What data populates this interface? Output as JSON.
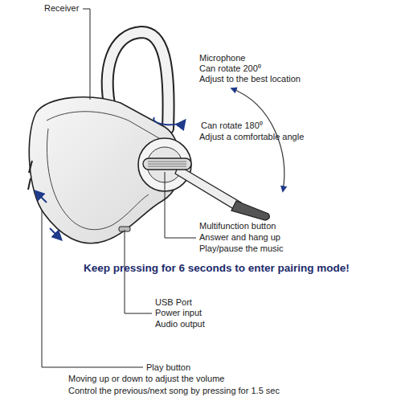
{
  "diagram": {
    "labels": [
      "Receiver",
      "Microphone",
      "Can rotate 200⁰",
      "Adjust to the best location",
      "Can rotate 180⁰",
      "Adjust a comfortable angle",
      "Multifunction button",
      "Answer and hang up",
      "Play/pause the music",
      "Keep pressing for 6 seconds to enter pairing mode!",
      "USB Port",
      "Power input",
      "Audio output",
      "Play button",
      "Moving up or down to adjust the volume",
      "Control the previous/next song by pressing for 1.5 sec"
    ]
  }
}
